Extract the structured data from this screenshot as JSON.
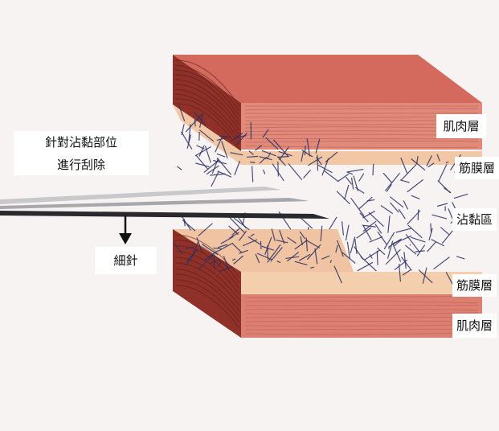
{
  "instruction": {
    "line1": "針對沾黏部位",
    "line2": "進行刮除"
  },
  "needle_label": "細針",
  "layers": {
    "top_muscle": "肌肉層",
    "top_fascia": "筋膜層",
    "adhesion": "沾黏區",
    "bottom_fascia": "筋膜層",
    "bottom_muscle": "肌肉層"
  },
  "colors": {
    "muscle": "#d9776a",
    "muscle_dark": "#9b3a32",
    "fascia": "#f3cfae",
    "fibers": "#2b3060"
  }
}
